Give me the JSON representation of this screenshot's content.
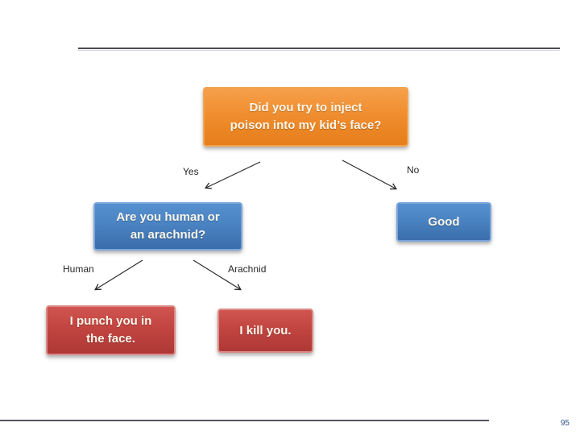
{
  "slide": {
    "number": "95",
    "colors": {
      "node_orange": "#ef8c2d",
      "node_blue": "#4a83c2",
      "node_red": "#c04340",
      "node_text": "#fbf6ea",
      "rule_dark": "#4b4b54",
      "arrow": "#2b2b2b",
      "page_number": "#33508c"
    }
  },
  "diagram": {
    "nodes": [
      {
        "id": "question-inject",
        "color": "orange",
        "lines": [
          "Did you try to inject",
          "poison into my kid’s face?"
        ]
      },
      {
        "id": "question-species",
        "color": "blue",
        "lines": [
          "Are you human or",
          "an arachnid?"
        ]
      },
      {
        "id": "outcome-good",
        "color": "blue",
        "lines": [
          "Good"
        ]
      },
      {
        "id": "outcome-punch",
        "color": "red",
        "lines": [
          "I punch you in",
          "the face."
        ]
      },
      {
        "id": "outcome-kill",
        "color": "red",
        "lines": [
          "I kill you."
        ]
      }
    ],
    "edge_labels": [
      {
        "id": "yes",
        "label": "Yes"
      },
      {
        "id": "no",
        "label": "No"
      },
      {
        "id": "human",
        "label": "Human"
      },
      {
        "id": "arachnid",
        "label": "Arachnid"
      }
    ]
  }
}
